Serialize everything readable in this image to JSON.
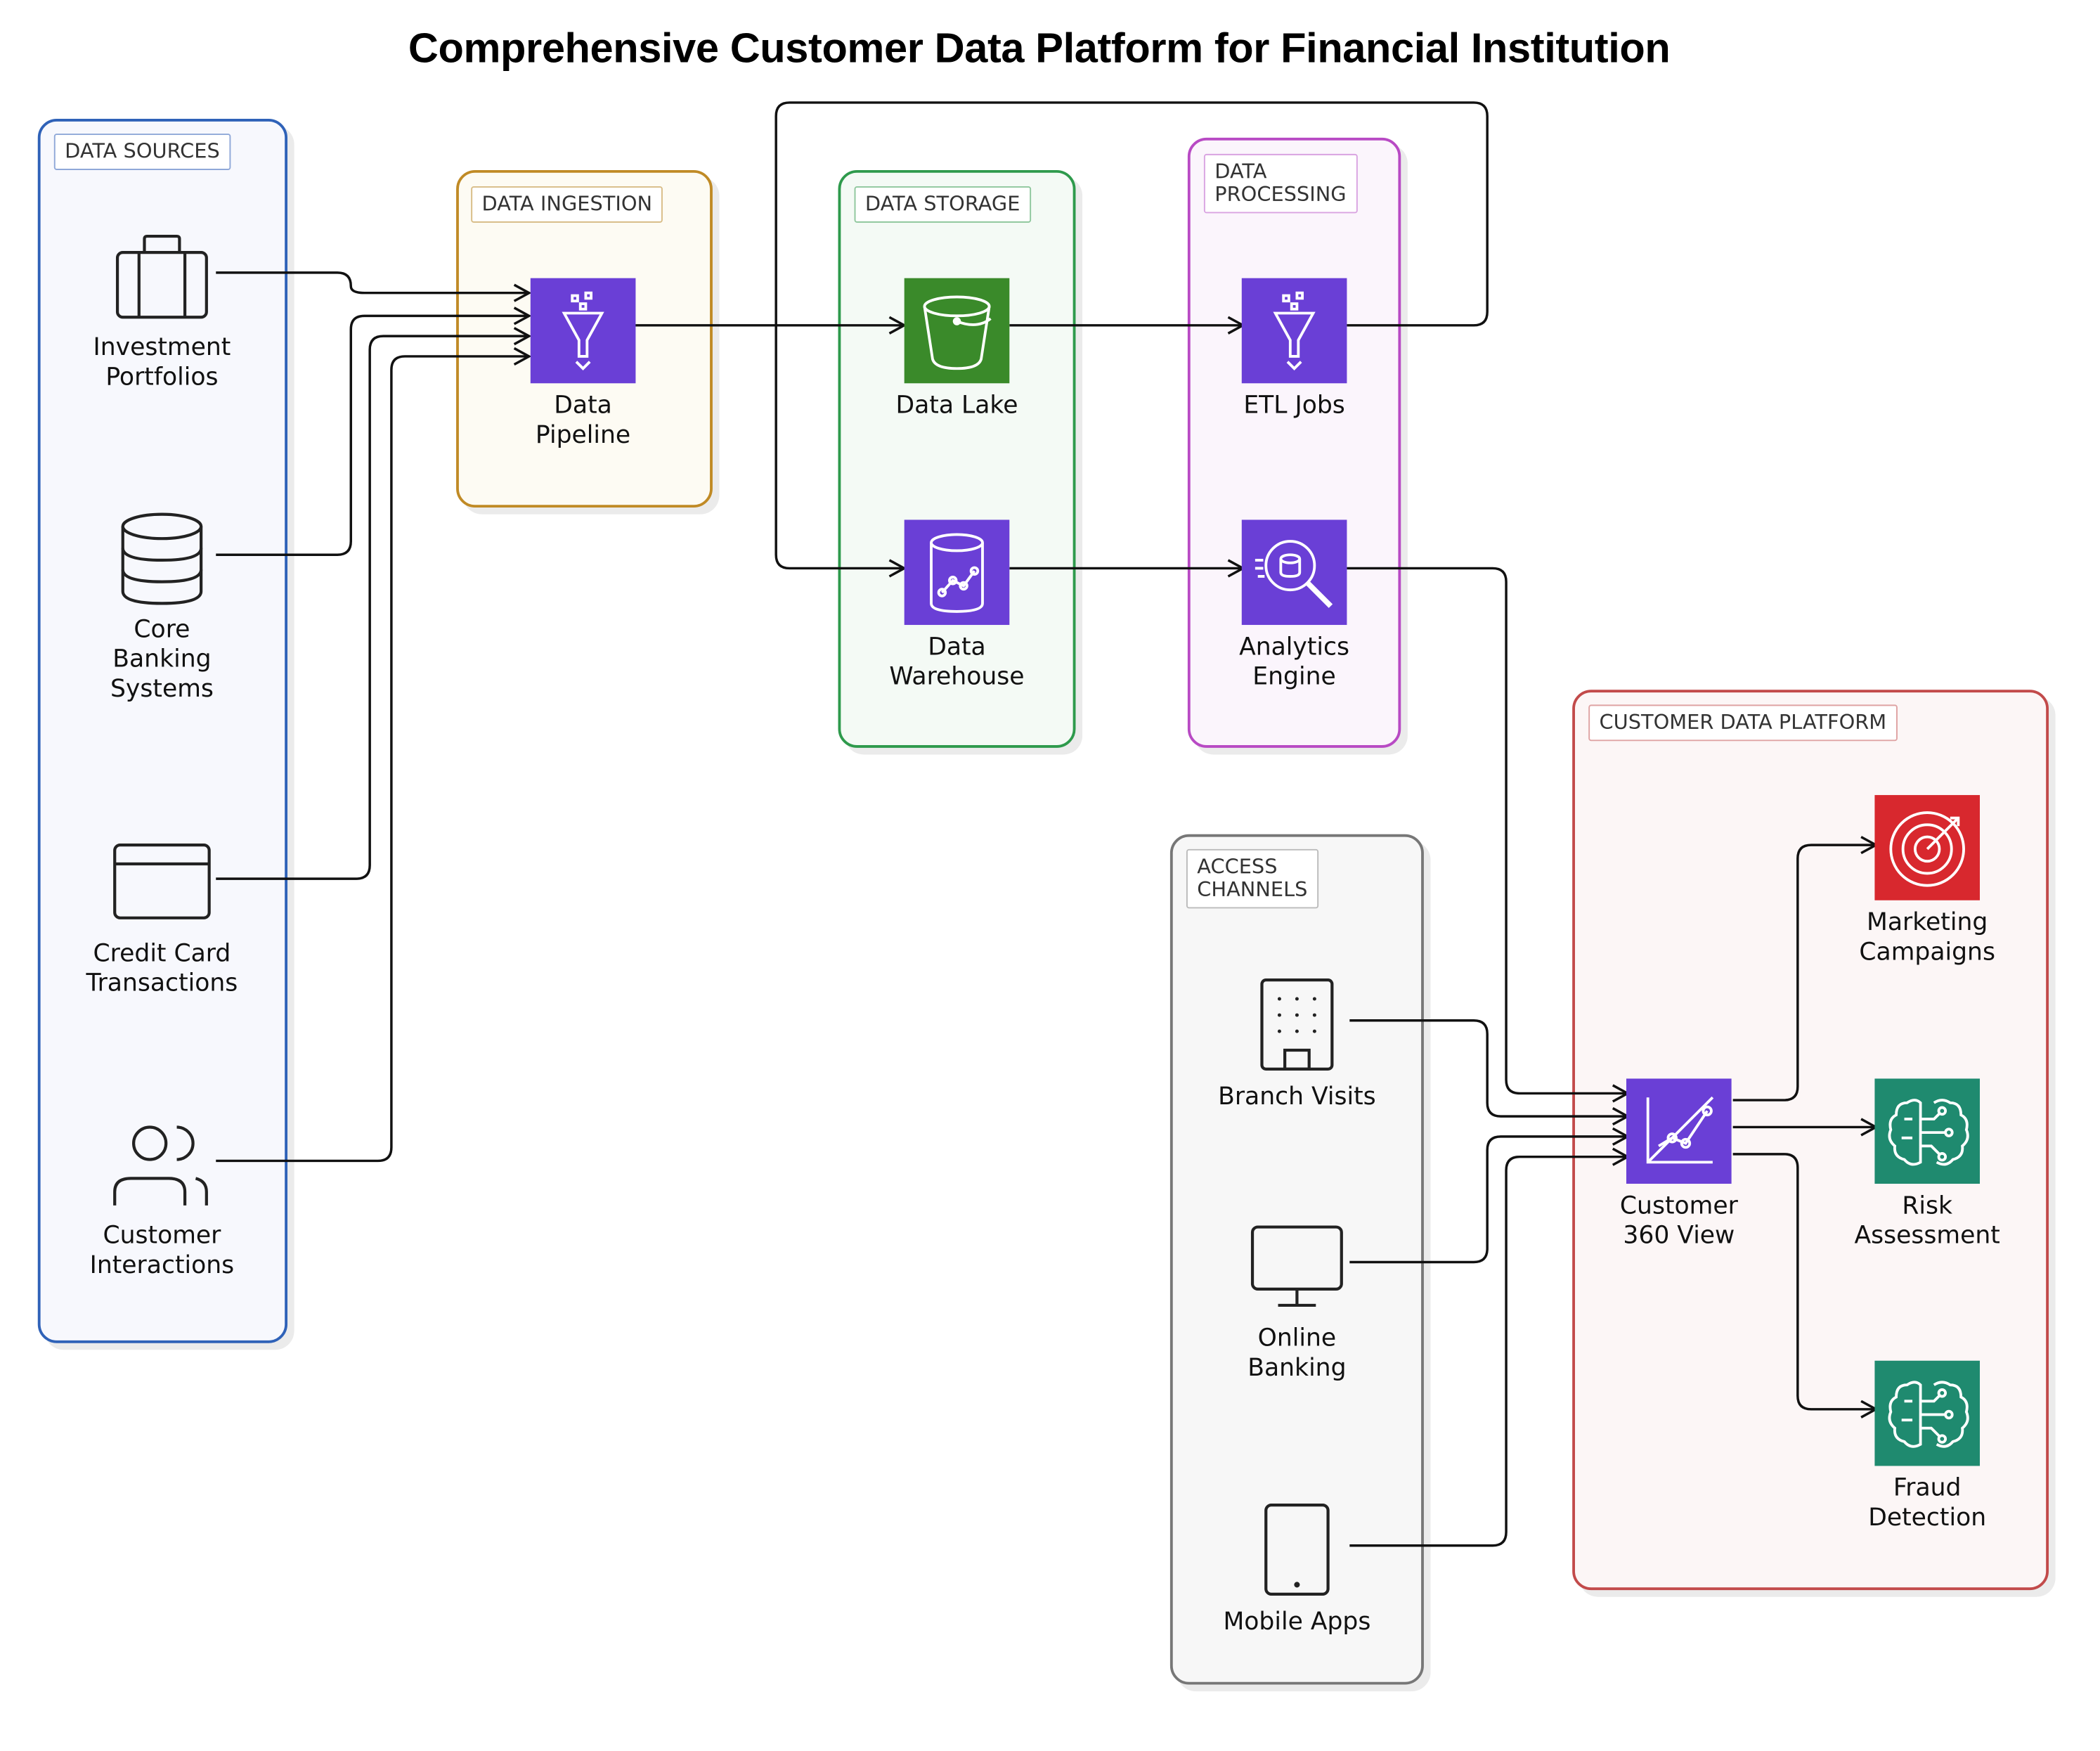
{
  "title": "Comprehensive Customer Data Platform for Financial Institution",
  "colors": {
    "sources": "#2f62b8",
    "ingestion": "#c08a25",
    "storage": "#2e9a4c",
    "processing": "#b84ac4",
    "access": "#777777",
    "cdp": "#c24a4a",
    "purple_service": "#6a3fd6",
    "green_service": "#3a8a2a",
    "red_service": "#d8282e",
    "teal_service": "#1f8a6f"
  },
  "groups": {
    "sources": "DATA SOURCES",
    "ingestion": "DATA INGESTION",
    "storage": "DATA STORAGE",
    "processing": "DATA\nPROCESSING",
    "access": "ACCESS\nCHANNELS",
    "cdp": "CUSTOMER DATA PLATFORM"
  },
  "nodes": {
    "investment": {
      "label": "Investment\nPortfolios",
      "icon": "briefcase-icon"
    },
    "core_banking": {
      "label": "Core\nBanking\nSystems",
      "icon": "database-icon"
    },
    "credit_card": {
      "label": "Credit Card\nTransactions",
      "icon": "credit-card-icon"
    },
    "interactions": {
      "label": "Customer\nInteractions",
      "icon": "users-icon"
    },
    "pipeline": {
      "label": "Data\nPipeline",
      "icon": "funnel-icon"
    },
    "data_lake": {
      "label": "Data Lake",
      "icon": "bucket-icon"
    },
    "warehouse": {
      "label": "Data\nWarehouse",
      "icon": "warehouse-icon"
    },
    "etl": {
      "label": "ETL Jobs",
      "icon": "funnel-icon"
    },
    "analytics": {
      "label": "Analytics\nEngine",
      "icon": "search-analytics-icon"
    },
    "branch": {
      "label": "Branch Visits",
      "icon": "building-icon"
    },
    "online": {
      "label": "Online\nBanking",
      "icon": "monitor-icon"
    },
    "mobile": {
      "label": "Mobile Apps",
      "icon": "mobile-icon"
    },
    "c360": {
      "label": "Customer\n360 View",
      "icon": "chart-icon"
    },
    "marketing": {
      "label": "Marketing\nCampaigns",
      "icon": "target-icon"
    },
    "risk": {
      "label": "Risk\nAssessment",
      "icon": "brain-icon"
    },
    "fraud": {
      "label": "Fraud\nDetection",
      "icon": "brain-icon"
    }
  }
}
